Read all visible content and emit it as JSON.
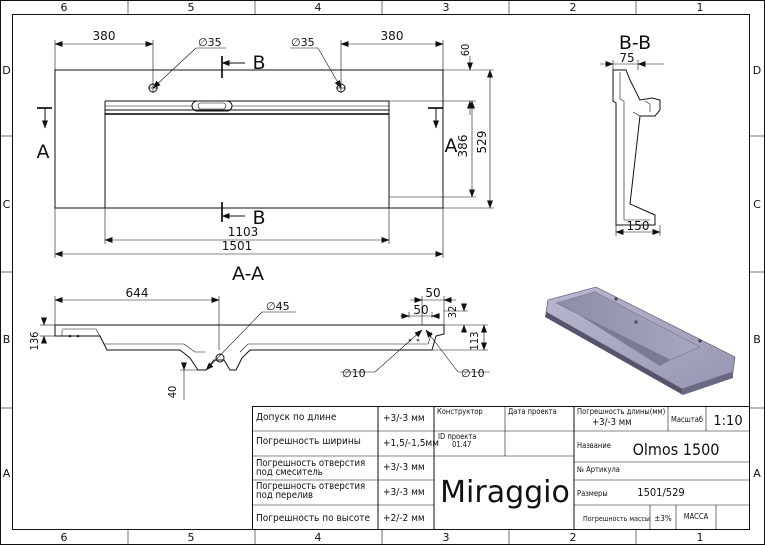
{
  "border": {
    "col_top": [
      "6",
      "5",
      "4",
      "3",
      "2",
      "1"
    ],
    "col_bottom": [
      "6",
      "5",
      "4",
      "3",
      "2",
      "1"
    ],
    "row_left": [
      "D",
      "C",
      "B",
      "A"
    ],
    "row_right": [
      "D",
      "C",
      "B",
      "A"
    ]
  },
  "plan": {
    "dim_left_380": "380",
    "dim_right_380": "380",
    "dia_left": "∅35",
    "dia_right": "∅35",
    "dim_60": "60",
    "dim_386": "386",
    "dim_529": "529",
    "dim_1103": "1103",
    "dim_1501": "1501",
    "cut_a_left": "A",
    "cut_a_right": "A",
    "cut_b_top": "B",
    "cut_b_bottom": "B"
  },
  "section_bb": {
    "title": "B-B",
    "dim_75": "75",
    "dim_150": "150"
  },
  "section_aa": {
    "title": "A-A",
    "dim_644": "644",
    "dia_45": "∅45",
    "dim_50_top": "50",
    "dim_50_mid": "50",
    "dim_32": "32",
    "dim_136": "136",
    "dim_113": "113",
    "dim_40": "40",
    "dia_10_left": "∅10",
    "dia_10_right": "∅10"
  },
  "title_block": {
    "tol_rows": [
      {
        "label": "Допуск по длине",
        "value": "+3/-3 мм"
      },
      {
        "label": "Погрешность ширины",
        "value": "+1,5/-1,5мм"
      },
      {
        "label": "Погрешность отверстия под смеситель",
        "value": "+3/-3 мм"
      },
      {
        "label": "Погрешность отверстия под перелив",
        "value": "+3/-3 мм"
      },
      {
        "label": "Погрешность по высоте",
        "value": "+2/-2 мм"
      }
    ],
    "designer_label": "Конструктор",
    "date_label": "Дата проекта",
    "project_id_label": "ID проекта",
    "project_id_value": "01.47",
    "length_tol_label": "Погрешность длины(мм)",
    "length_tol_value": "+3/-3 мм",
    "scale_label": "Масштаб",
    "scale_value": "1:10",
    "name_label": "Название",
    "name_value": "Olmos 1500",
    "article_label": "№ Артикула",
    "size_label": "Размеры",
    "size_value": "1501/529",
    "mass_tol_label": "Погрешность массы",
    "mass_tol_value": "±3%",
    "mass_label": "МАССА",
    "brand": "Miraggio"
  },
  "colors": {
    "line": "#111111",
    "render_body": "#7d7b96",
    "render_top": "#a9a8c2",
    "render_dark": "#55546a"
  }
}
